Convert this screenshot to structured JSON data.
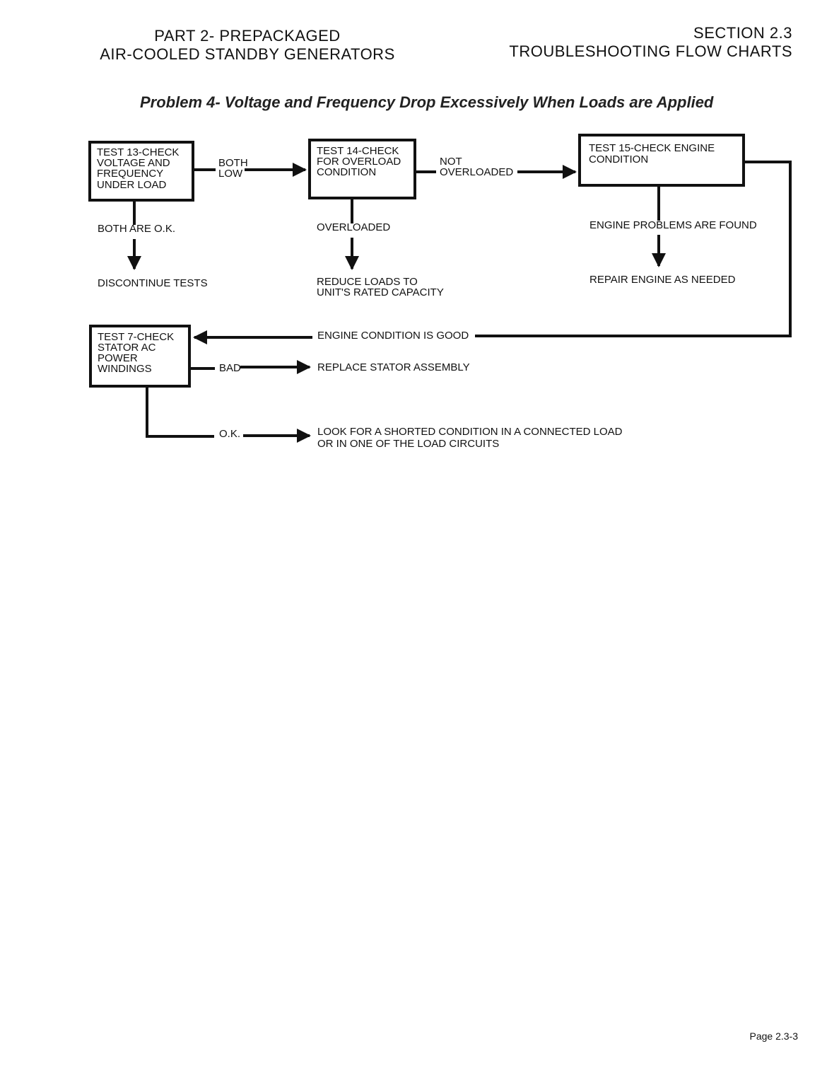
{
  "header": {
    "left_line1": "PART 2- PREPACKAGED",
    "left_line2": "AIR-COOLED STANDBY GENERATORS",
    "right_line1": "SECTION 2.3",
    "right_line2": "TROUBLESHOOTING FLOW CHARTS"
  },
  "title": "Problem 4- Voltage and Frequency Drop Excessively When Loads are Applied",
  "nodes": {
    "test13": [
      "TEST 13-CHECK",
      "VOLTAGE AND",
      "FREQUENCY",
      "UNDER LOAD"
    ],
    "test14": [
      "TEST 14-CHECK",
      "FOR OVERLOAD",
      "CONDITION"
    ],
    "test15": [
      "TEST 15-CHECK ENGINE",
      "CONDITION"
    ],
    "test7": [
      "TEST 7-CHECK",
      "STATOR AC",
      "POWER",
      "WINDINGS"
    ]
  },
  "labels": {
    "both_low": [
      "BOTH",
      "LOW"
    ],
    "not_overloaded": [
      "NOT",
      "OVERLOADED"
    ],
    "both_ok": "BOTH ARE O.K.",
    "overloaded": "OVERLOADED",
    "engine_problems": "ENGINE PROBLEMS ARE FOUND",
    "discontinue": "DISCONTINUE TESTS",
    "reduce": [
      "REDUCE LOADS TO",
      "UNIT'S RATED CAPACITY"
    ],
    "repair_engine": "REPAIR ENGINE AS NEEDED",
    "engine_good": "ENGINE CONDITION IS GOOD",
    "bad": "BAD",
    "replace_stator": "REPLACE STATOR ASSEMBLY",
    "ok": "O.K.",
    "shorted": [
      "LOOK FOR A SHORTED CONDITION IN A CONNECTED LOAD",
      "OR IN ONE OF THE LOAD CIRCUITS"
    ]
  },
  "footer": {
    "page": "Page 2.3-3"
  }
}
